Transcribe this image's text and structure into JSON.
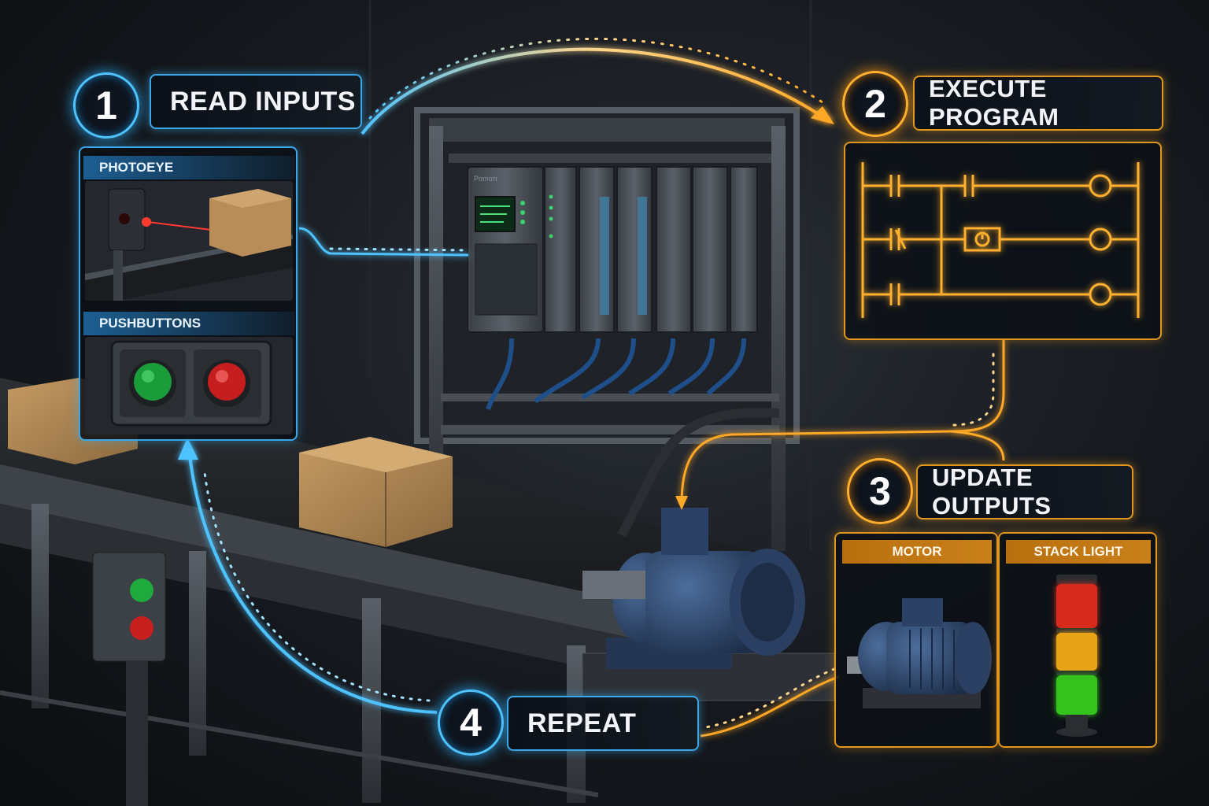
{
  "steps": [
    {
      "number": "1",
      "label": "READ INPUTS",
      "color": "#4fc3ff"
    },
    {
      "number": "2",
      "label": "EXECUTE PROGRAM",
      "color": "#ffb02e"
    },
    {
      "number": "3",
      "label": "UPDATE OUTPUTS",
      "color": "#ffb02e"
    },
    {
      "number": "4",
      "label": "REPEAT",
      "color": "#4fc3ff"
    }
  ],
  "inputs": {
    "photoeye_label": "PHOTOEYE",
    "pushbuttons_label": "PUSHBUTTONS"
  },
  "outputs": {
    "motor_label": "MOTOR",
    "stack_light_label": "STACK LIGHT"
  },
  "plc": {
    "brand_text": "Pαmαπ"
  },
  "colors": {
    "input_accent": "#4fc3ff",
    "logic_accent": "#ffb02e",
    "background": "#16191e"
  }
}
